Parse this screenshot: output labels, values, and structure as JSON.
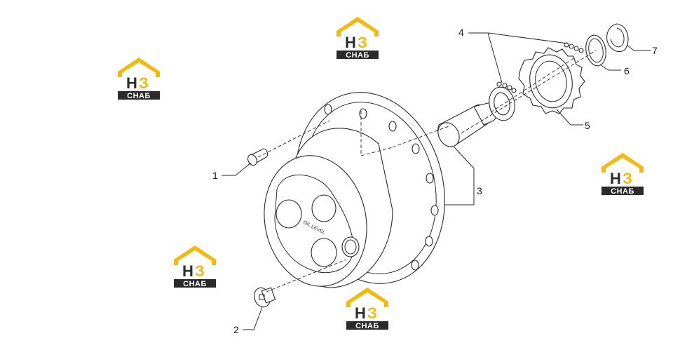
{
  "callouts": [
    {
      "id": "1",
      "label": "1"
    },
    {
      "id": "2",
      "label": "2"
    },
    {
      "id": "3",
      "label": "3"
    },
    {
      "id": "4",
      "label": "4"
    },
    {
      "id": "5",
      "label": "5"
    },
    {
      "id": "6",
      "label": "6"
    },
    {
      "id": "7",
      "label": "7"
    }
  ],
  "hub_marking": "OIL LEVEL",
  "watermark": {
    "letters_dark": "Н",
    "letters_accent": "З",
    "word": "СНАБ",
    "accent_color": "#f2b90f",
    "dark_color": "#2b2b2b"
  }
}
